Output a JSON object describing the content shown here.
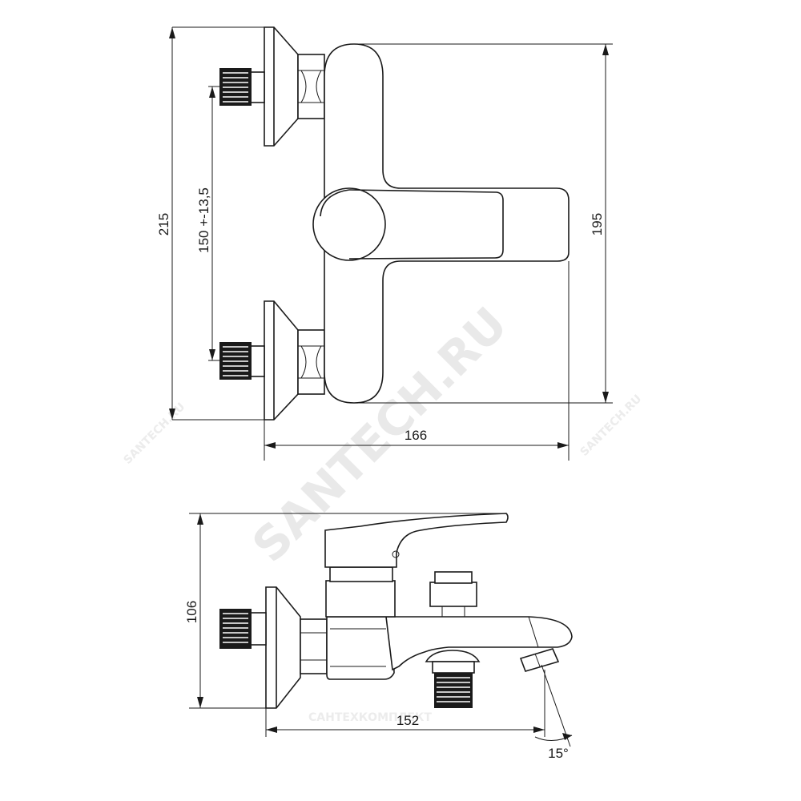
{
  "dimensions": {
    "total_height": "215",
    "inlet_spacing": "150 +-13,5",
    "body_height": "195",
    "top_width": "166",
    "side_height": "106",
    "spout_length": "152",
    "spout_angle": "15°"
  },
  "watermark": {
    "main": "SANTECH.RU",
    "small_left": "SANTECH.RU",
    "small_right": "SANTECH.RU",
    "bottom": "САНТЕХКОМПЛЕКТ"
  }
}
